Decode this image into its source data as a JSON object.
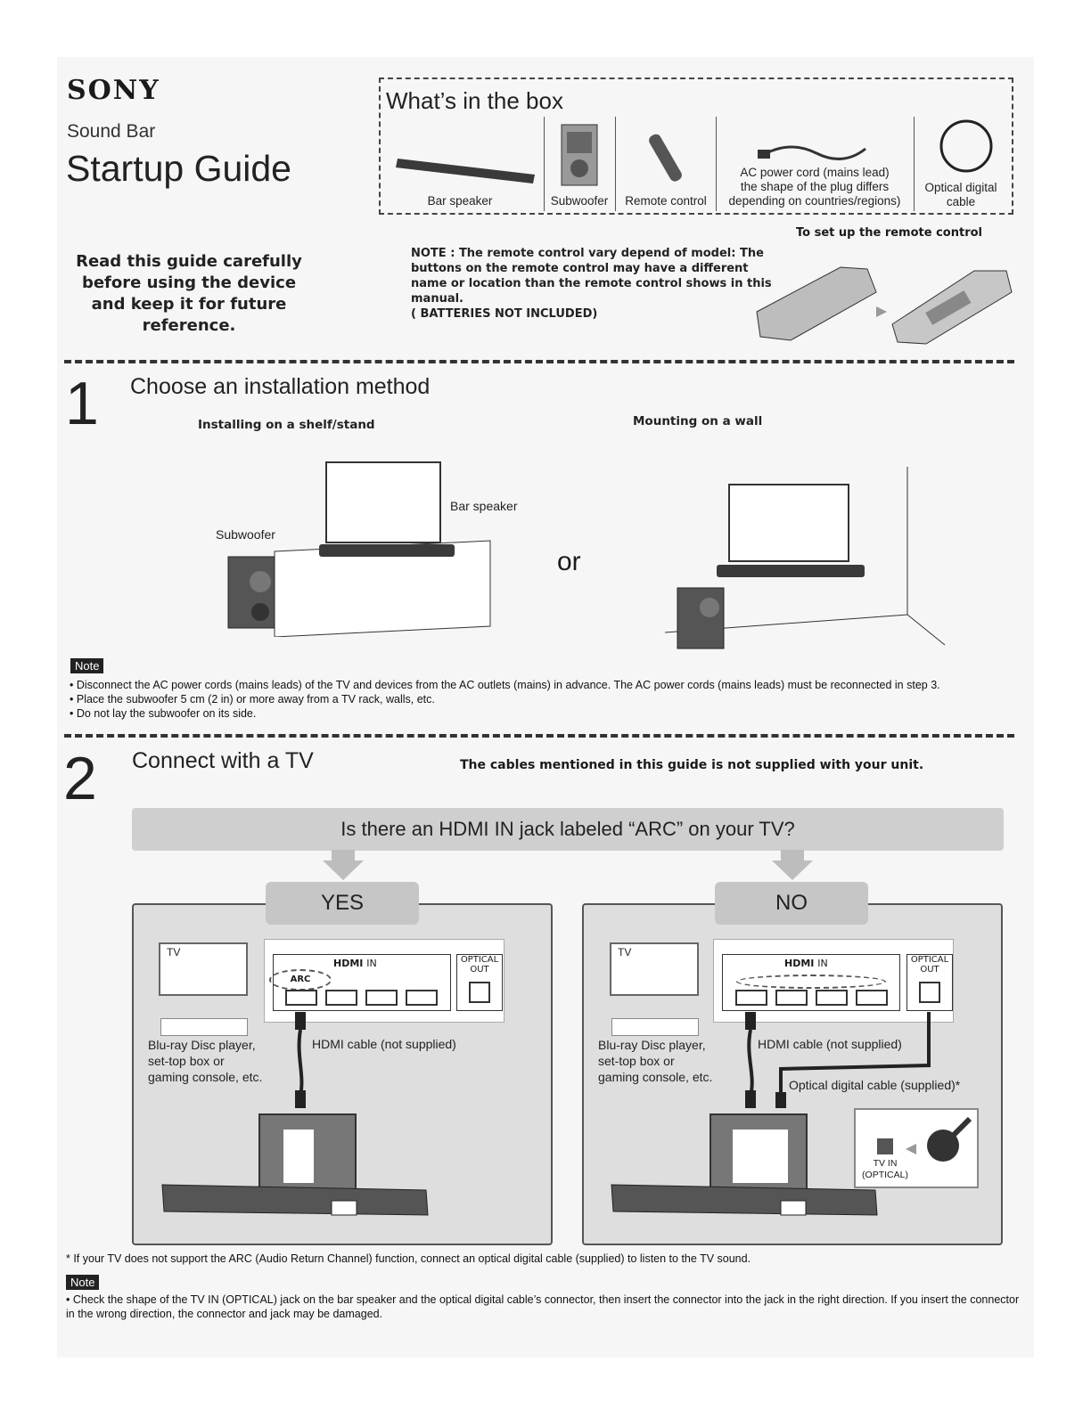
{
  "header": {
    "brand": "SONY",
    "product": "Sound Bar",
    "title": "Startup Guide",
    "read_note": "Read this guide carefully before using the device and keep it for future reference."
  },
  "box": {
    "title": "What’s in the box",
    "items": [
      {
        "label": "Bar speaker",
        "icon": "bar-speaker-icon"
      },
      {
        "label": "Subwoofer",
        "icon": "subwoofer-icon"
      },
      {
        "label": "Remote control",
        "icon": "remote-control-icon"
      },
      {
        "label": "AC power cord (mains lead)\nthe shape of the plug differs\ndepending on countries/regions)",
        "icon": "power-cord-icon"
      },
      {
        "label": "Optical digital\ncable",
        "icon": "optical-cable-icon"
      }
    ]
  },
  "remote": {
    "note_label": "NOTE :",
    "note": "The remote control vary depend of model: The buttons on the remote control may have a different name or location than the remote control shows in this manual.",
    "batteries": "( BATTERIES NOT INCLUDED)",
    "setup_title": "To set up the remote control"
  },
  "step1": {
    "number": "1",
    "title": "Choose an installation method",
    "shelf_label": "Installing on a shelf/stand",
    "wall_label": "Mounting on a wall",
    "subwoofer_label": "Subwoofer",
    "bar_label": "Bar speaker",
    "or": "or",
    "note_label": "Note",
    "notes": [
      "Disconnect the AC power cords (mains leads) of the TV and devices from the AC outlets (mains) in advance. The AC power cords (mains leads) must be reconnected in step 3.",
      "Place the subwoofer 5 cm (2 in) or more away from a TV rack, walls, etc.",
      "Do not lay the subwoofer on its side."
    ]
  },
  "step2": {
    "number": "2",
    "title": "Connect with a TV",
    "cables_note": "The cables mentioned in this guide is not supplied with your unit.",
    "question": "Is there an HDMI IN jack labeled “ARC” on your TV?",
    "yes": {
      "tab": "YES",
      "tv": "TV",
      "hdmi": "HDMI",
      "in": "IN",
      "arc": "ARC",
      "optical_out": "OPTICAL\nOUT",
      "device": "Blu-ray Disc player,\nset-top box or\ngaming console, etc.",
      "hdmi_cable": "HDMI cable (not supplied)"
    },
    "no": {
      "tab": "NO",
      "tv": "TV",
      "hdmi": "HDMI",
      "in": "IN",
      "optical_out": "OPTICAL\nOUT",
      "device": "Blu-ray Disc player,\nset-top box or\ngaming console, etc.",
      "hdmi_cable": "HDMI cable (not supplied)",
      "optical_cable": "Optical digital cable (supplied)*",
      "tv_in": "TV IN\n(OPTICAL)"
    },
    "footnote": "*  If your TV does not support the ARC (Audio Return Channel) function, connect an optical digital cable (supplied) to listen to the TV sound.",
    "note_label": "Note",
    "notes": [
      "Check the shape of the TV IN (OPTICAL) jack on the bar speaker and the optical digital cable’s connector, then insert the connector into the jack in the right direction. If you insert the connector in the wrong direction, the connector and jack may be damaged."
    ]
  }
}
